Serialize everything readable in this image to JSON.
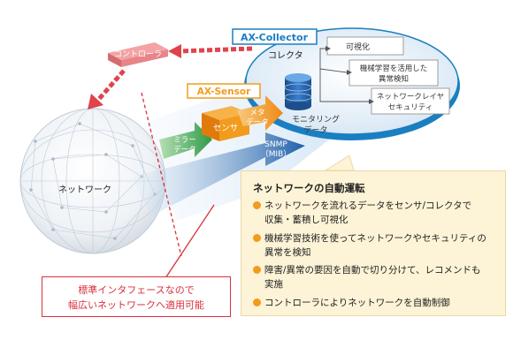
{
  "network": {
    "label": "ネットワーク"
  },
  "controller": {
    "label": "コントローラ"
  },
  "collector": {
    "title": "AX-Collector",
    "label": "コレクタ"
  },
  "sensor": {
    "title": "AX-Sensor",
    "label": "センサ"
  },
  "storage": {
    "label_line1": "モニタリング",
    "label_line2": "データ"
  },
  "functions": {
    "item1": "可視化",
    "item2_line1": "機械学習を活用した",
    "item2_line2": "異常検知",
    "item3_line1": "ネットワークレイヤ",
    "item3_line2": "セキュリティ"
  },
  "flows": {
    "mirror_line1": "ミラー",
    "mirror_line2": "データ",
    "meta_line1": "メタ",
    "meta_line2": "データ",
    "snmp_line1": "SNMP",
    "snmp_line2": "（MIB）"
  },
  "callout": {
    "title": "ネットワークの自動運転",
    "b1_line1": "ネットワークを流れるデータをセンサ/コレクタで",
    "b1_line2": "収集・蓄積し可視化",
    "b2_line1": "機械学習技術を使ってネットワークやセキュリティの",
    "b2_line2": "異常を検知",
    "b3_line1": "障害/異常の要因を自動で切り分けて、レコメンドも",
    "b3_line2": "実施",
    "b4_line1": "コントローラによりネットワークを自動制御"
  },
  "note": {
    "line1": "標準インタフェースなので",
    "line2": "幅広いネットワークへ適用可能"
  },
  "colors": {
    "accent_blue": "#1a7fc1",
    "orange": "#f29b1c",
    "red": "#d9303a",
    "green": "#4caf50"
  }
}
